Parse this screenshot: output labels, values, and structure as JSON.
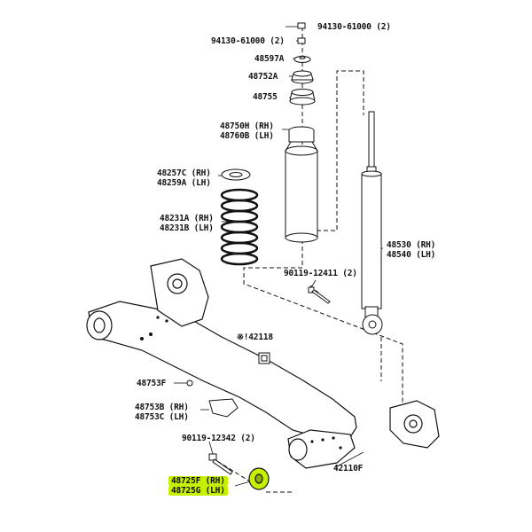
{
  "diagram": {
    "labels": {
      "nut_top_right": "94130-61000 (2)",
      "nut_top_left": "94130-61000 (2)",
      "washer_48597a": "48597A",
      "cushion_48752a": "48752A",
      "stopper_48755": "48755",
      "bump_rh": "48750H (RH)",
      "bump_lh": "48760B (LH)",
      "seat_rh": "48257C (RH)",
      "seat_lh": "48259A (LH)",
      "spring_rh": "48231A (RH)",
      "spring_lh": "48231B (LH)",
      "absorber_rh": "48530 (RH)",
      "absorber_lh": "48540 (LH)",
      "bolt_12411": "90119-12411 (2)",
      "clip_42118": "※!42118",
      "plug_48753f": "48753F",
      "bracket_rh": "48753B (RH)",
      "bracket_lh": "48753C (LH)",
      "bolt_12342": "90119-12342 (2)",
      "beam_42110f": "42110F",
      "bushing_rh": "48725F (RH)",
      "bushing_lh": "48725G (LH)"
    },
    "highlight_color": "#c6f000"
  }
}
